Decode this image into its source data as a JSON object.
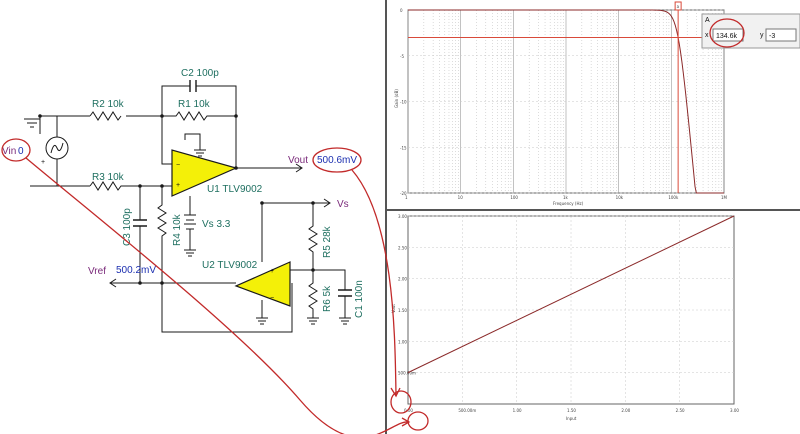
{
  "schematic": {
    "components": {
      "r2": "R2 10k",
      "r1": "R1 10k",
      "r3": "R3 10k",
      "c2": "C2 100p",
      "c3": "C3 100p",
      "r4": "R4 10k",
      "vs_source": "Vs 3.3",
      "r5": "R5 28k",
      "r6": "R6 5k",
      "c1": "C1 100n",
      "u1": "U1 TLV9002",
      "u2": "U2 TLV9002"
    },
    "nets": {
      "vin_label": "Vin",
      "vin_value": "0",
      "vout_label": "Vout",
      "vout_value": "500.6mV",
      "vref_label": "Vref",
      "vref_value": "500.2mV",
      "vs_label": "Vs"
    },
    "opamp_pins": {
      "minus": "−",
      "plus": "+"
    }
  },
  "bode_plot": {
    "cursor_tag": "a",
    "cursor_box_label": "A",
    "cursor_x_label": "x",
    "cursor_x_value": "134.6k",
    "cursor_y_label": "y",
    "cursor_y_value": "-3",
    "ylabel": "Gain (dB)",
    "xlabel": "Frequency (Hz)",
    "xticks": [
      "1",
      "10",
      "100",
      "1k",
      "10k",
      "100k",
      "1M"
    ],
    "yticks": [
      "0",
      "-5",
      "-10",
      "-15",
      "-20"
    ],
    "x_decades": 6,
    "ylim": [
      -20,
      0
    ],
    "corner_hz": 134600,
    "cursor_gain_db": -3,
    "colors": {
      "trace": "#8b2a2a",
      "cursor": "#d94a3a",
      "grid": "#b8b8b8"
    }
  },
  "chart_data": {
    "type": "line",
    "title": "",
    "xlabel": "Input",
    "ylabel": "Vout",
    "xlim": [
      0,
      3
    ],
    "ylim": [
      0,
      3
    ],
    "xtick_labels": [
      "0.00",
      "500.00m",
      "1.00",
      "1.50",
      "2.00",
      "2.50",
      "3.00"
    ],
    "ytick_labels": [
      "500.00m",
      "1.00",
      "1.50",
      "2.00",
      "2.50",
      "3.00"
    ],
    "x": [
      0,
      3
    ],
    "series": [
      {
        "values": [
          0.5006,
          3
        ]
      }
    ]
  },
  "annotation_color": "#c22a2a"
}
